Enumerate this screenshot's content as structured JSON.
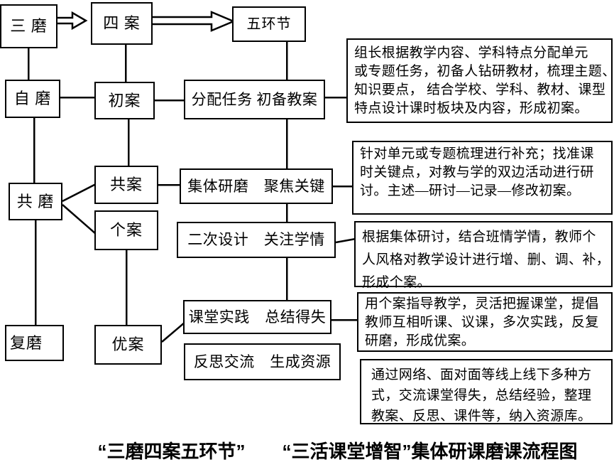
{
  "colors": {
    "line": "#000000",
    "background": "#ffffff",
    "text": "#000000"
  },
  "nodes": {
    "sanmo": "三 磨",
    "sian": "四 案",
    "wuhuanjie": "五环节",
    "zimo": "自 磨",
    "chuan": "初案",
    "fenpei": "分配任务 初备教案",
    "gongmo": "共 磨",
    "gongan": "共案",
    "gean": "个案",
    "jiti": "集体研磨　聚焦关键",
    "erci": "二次设计　关注学情",
    "fumo": "复磨",
    "youan": "优案",
    "ketang": "课堂实践　总结得失",
    "fansi": "反思交流　生成资源"
  },
  "descriptions": {
    "d1": "组长根据教学内容、学科特点分配单元\n或专题任务，初备人钻研教材，梳理主题、\n知识要点， 结合学校、学科、教材、课型\n特点设计课时板块及内容，形成初案。",
    "d2": "针对单元或专题梳理进行补充；找准课\n时关键点，对教与学的双边活动进行研\n讨。主述—研讨—记录—修改初案。",
    "d3": "根据集体研讨，结合班情学情，教师个\n人风格对教学设计进行增、删、调、补，\n形成个案。",
    "d4": "用个案指导教学，灵活把握课堂，提倡\n教师互相听课、议课，多次实践，反复\n研磨，形成优案。",
    "d5": "通过网络、面对面等线上线下多种方\n式，交流课堂得失，总结经验，整理\n教案、反思、课件等，纳入资源库。"
  },
  "caption": "“三磨四案五环节”　　“三活课堂增智”集体研课磨课流程图"
}
